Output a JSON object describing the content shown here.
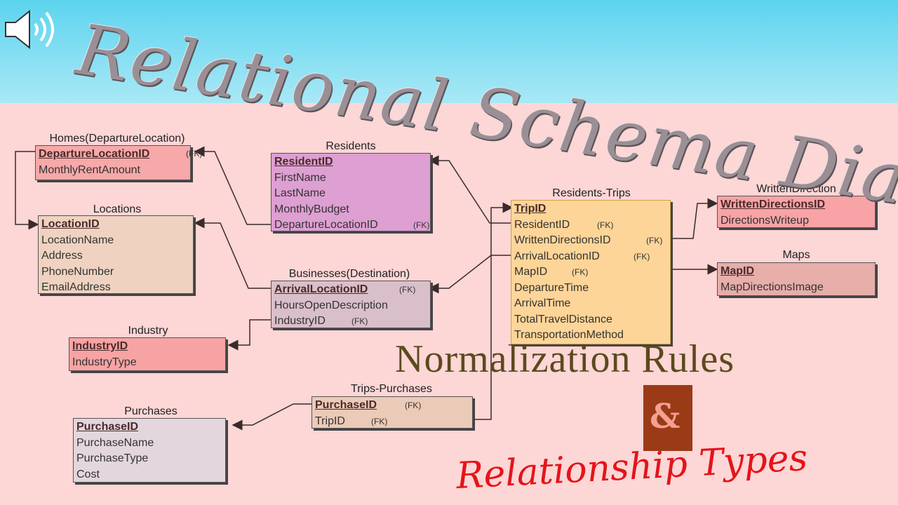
{
  "header": {
    "title": "Relational Schema Diagram",
    "speaker_icon": "speaker-volume-icon"
  },
  "tables": {
    "homes": {
      "title": "Homes(DepartureLocation)",
      "fields": [
        "DepartureLocationID",
        "MonthlyRentAmount"
      ],
      "fk": "(FK)"
    },
    "locations": {
      "title": "Locations",
      "fields": [
        "LocationID",
        "LocationName",
        "Address",
        "PhoneNumber",
        "EmailAddress"
      ]
    },
    "industry": {
      "title": "Industry",
      "fields": [
        "IndustryID",
        "IndustryType"
      ]
    },
    "purchases": {
      "title": "Purchases",
      "fields": [
        "PurchaseID",
        "PurchaseName",
        "PurchaseType",
        "Cost"
      ]
    },
    "residents": {
      "title": "Residents",
      "fields": [
        "ResidentID",
        "FirstName",
        "LastName",
        "MonthlyBudget",
        "DepartureLocationID"
      ],
      "fk": [
        "(FK)"
      ]
    },
    "businesses": {
      "title": "Businesses(Destination)",
      "fields": [
        "ArrivalLocationID",
        "HoursOpenDescription",
        "IndustryID"
      ],
      "fk": [
        "(FK)",
        "(FK)"
      ]
    },
    "trips_purchases": {
      "title": "Trips-Purchases",
      "fields": [
        "PurchaseID",
        "TripID"
      ],
      "fk": [
        "(FK)",
        "(FK)"
      ]
    },
    "residents_trips": {
      "title": "Residents-Trips",
      "fields": [
        "TripID",
        "ResidentID",
        "WrittenDirectionsID",
        "ArrivalLocationID",
        "MapID",
        "DepartureTime",
        "ArrivalTime",
        "TotalTravelDistance",
        "TransportationMethod"
      ],
      "fk": [
        "(FK)",
        "(FK)",
        "(FK)",
        "(FK)"
      ]
    },
    "written_directions": {
      "title": "WrittenDirection",
      "fields": [
        "WrittenDirectionsID",
        "DirectionsWriteup"
      ]
    },
    "maps": {
      "title": "Maps",
      "fields": [
        "MapID",
        "MapDirectionsImage"
      ]
    }
  },
  "overlay": {
    "normalization": "Normalization Rules",
    "ampersand": "&",
    "relationship_types": "Relationship Types"
  },
  "colors": {
    "homes": "#f7a8a8",
    "locations": "#efd2bf",
    "industry": "#f8a3a3",
    "purchases": "#e3d6dc",
    "residents": "#de9fd2",
    "businesses": "#d9bfca",
    "trips_purchases": "#eccab8",
    "residents_trips": "#fed598",
    "written_directions": "#f8a3a6",
    "maps": "#e7aeaa",
    "connector": "#3a2a2a"
  }
}
